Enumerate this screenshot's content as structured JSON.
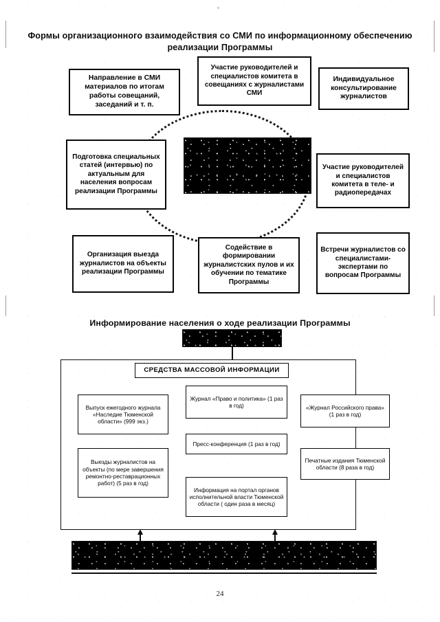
{
  "document": {
    "page_number": "24",
    "language": "ru"
  },
  "section_forms": {
    "title": "Формы организационного взаимодействия со СМИ по информационному обеспечению реализации Программы",
    "boxes": [
      {
        "id": "napravlenie-smi",
        "text": "Направление в  СМИ материалов по итогам работы совещаний, заседаний и т. п."
      },
      {
        "id": "uchastie-soveshaniya",
        "text": "Участие руководителей и специалистов комитета  в совещаниях с журналистами СМИ"
      },
      {
        "id": "individualnoe",
        "text": "Индивидуальное консультирование журналистов"
      },
      {
        "id": "podgotovka-statey",
        "text": "Подготовка специальных статей (интервью) по актуальным для населения вопросам реализации Программы"
      },
      {
        "id": "tele-radio",
        "text": "Участие руководителей и специалистов комитета  в теле- и радиопередачах"
      },
      {
        "id": "organizaciya-vyezda",
        "text": "Организация выезда журналистов на объекты реализации Программы"
      },
      {
        "id": "sodeystvie-pulov",
        "text": "Содействие в формировании журналистских пулов и их обучении по тематике Программы"
      },
      {
        "id": "vstrechi-ekspertami",
        "text": "Встречи журналистов со специалистами-экспертами  по вопросам Программы"
      }
    ],
    "center_blackout_label": "illegible-over-inked-region"
  },
  "section_information": {
    "title": "Информирование населения о ходе реализации Программы",
    "top_blackout_label": "illegible-over-inked-region",
    "frame_header": "СРЕДСТВА МАССОВОЙ ИНФОРМАЦИИ",
    "items": [
      {
        "id": "vypusk-zhurnala",
        "text": "Выпуск ежегодного журнала «Наследие Тюменской области» (999 экз.)"
      },
      {
        "id": "zhurnal-pravo",
        "text": "Журнал «Право и политика» (1 раз в год)"
      },
      {
        "id": "zhurnal-rossiysk",
        "text": "«Журнал Российского права» (1 раз в год)"
      },
      {
        "id": "press-konferenciya",
        "text": "Пресс-конференция (1 раз в год)"
      },
      {
        "id": "vyezdy-zhurnalistov",
        "text": "Выезды журналистов на объекты (по мере завершения ремонтно-реставрационных работ) (5 раз в год)"
      },
      {
        "id": "pechatnye-izdaniya",
        "text": "Печатные издания Тюменской области (8 раза в год)"
      },
      {
        "id": "informaciya-portal",
        "text": "Информация на портал органов исполнительной власти Тюменской области ( один раза в месяц)"
      }
    ],
    "bottom_blackout_label": "illegible-over-inked-region"
  },
  "colors": {
    "ink": "#0c0c0c",
    "paper": "#fdfdfd",
    "blackout": "#000000"
  }
}
